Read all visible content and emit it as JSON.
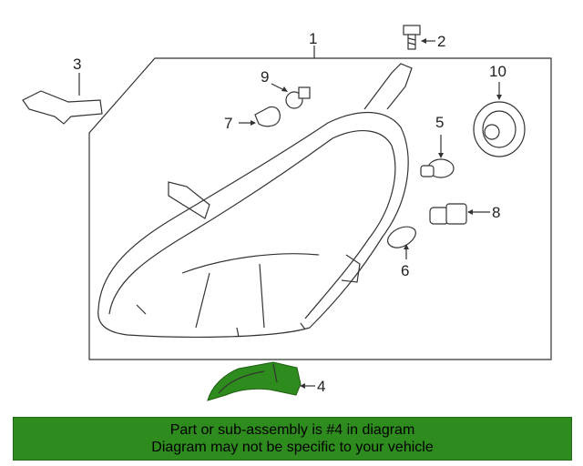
{
  "callouts": {
    "c1": "1",
    "c2": "2",
    "c3": "3",
    "c4": "4",
    "c5": "5",
    "c6": "6",
    "c7": "7",
    "c8": "8",
    "c9": "9",
    "c10": "10"
  },
  "banner": {
    "line1": "Part or sub-assembly is #4 in diagram",
    "line2": "Diagram may not be specific to your vehicle",
    "color": "#2e8b1e"
  },
  "highlight_color": "#2e8b1e"
}
